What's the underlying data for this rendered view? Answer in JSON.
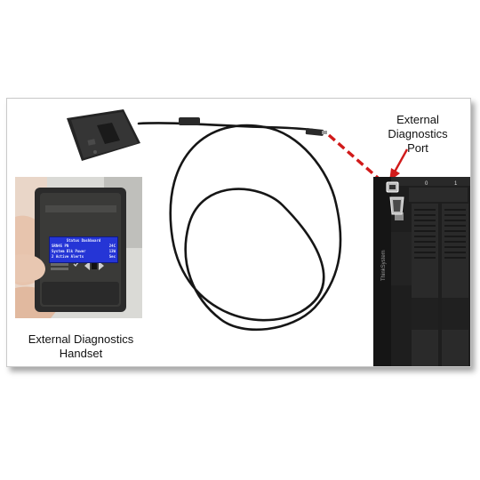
{
  "labels": {
    "handset": "External Diagnostics Handset",
    "port": "External Diagnostics Port"
  },
  "lcd": {
    "title": "Status Dashboard",
    "lines": [
      {
        "left": "SRN45 PN",
        "right": "24C"
      },
      {
        "left": "System Blk Power",
        "right": "13W"
      },
      {
        "left": "2 Active Alerts",
        "right": "Sec"
      }
    ]
  },
  "server_bays": [
    "0",
    "1"
  ],
  "server_brand": "ThinkSystem",
  "icons": [
    "usb-plug",
    "vga-port",
    "nav-keypad",
    "leader-arrow"
  ],
  "colors": {
    "leader_line": "#d11a1a",
    "arrow": "#d11a1a",
    "lcd": "#2535d6",
    "cable": "#161616",
    "server": "#1e1e1e"
  }
}
